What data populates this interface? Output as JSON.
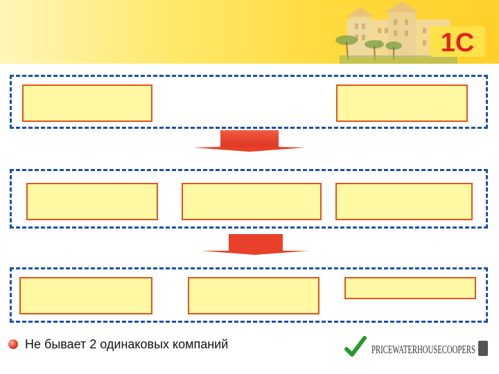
{
  "slide": {
    "bullet_text": "Не бывает 2 одинаковых компаний"
  },
  "header": {
    "logo_text": "1С"
  },
  "footer_logo": {
    "text": "PRICEWATERHOUSECOOPERS"
  },
  "colors": {
    "box_fill": "#fff9a3",
    "box_border": "#e2531c",
    "group_border": "#1a4fa8",
    "arrow": "#e8402a",
    "logo_red": "#e3241b",
    "check_green": "#2a9a2a"
  }
}
